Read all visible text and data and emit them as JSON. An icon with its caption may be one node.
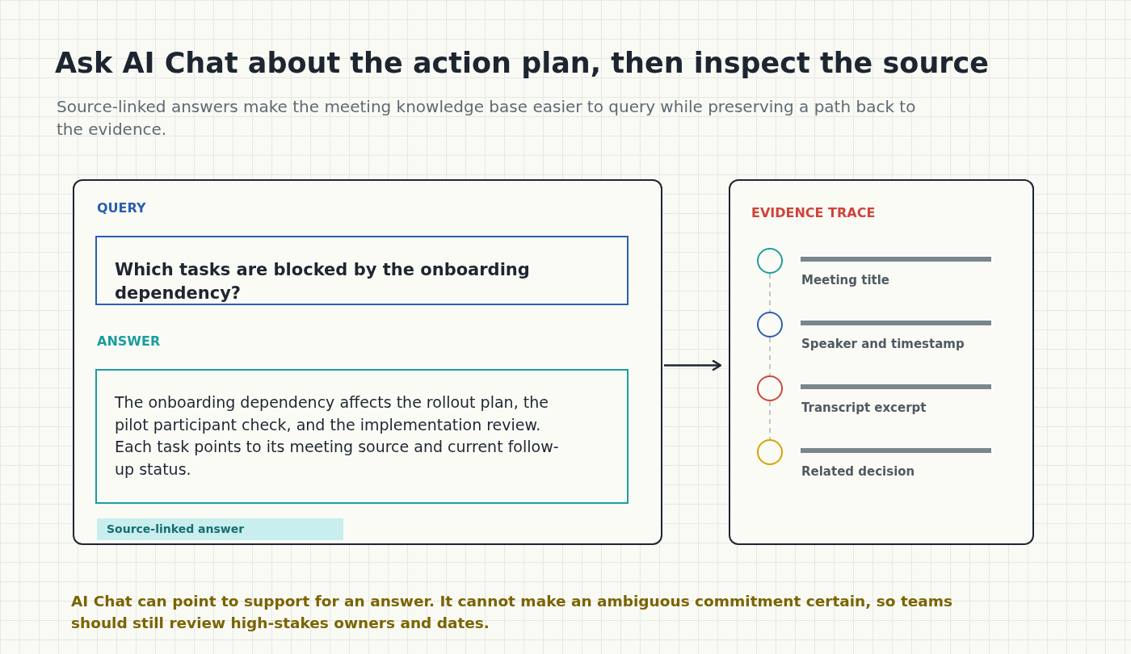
{
  "diagram": {
    "title": "Ask AI Chat about the action plan, then inspect the source",
    "caption": "AI Chat can point to support for an answer. It cannot make an ambiguous commitment certain, so teams should still review high-stakes owners and dates.",
    "labels": [
      "Source-linked answers make the meeting knowledge base easier to query while preserving a path back to the evidence."
    ],
    "nodes": [
      {
        "text": [],
        "shape": "box"
      },
      {
        "text": [
          "QUERY",
          "Which tasks are blocked by the onboarding dependency?"
        ],
        "in": 0
      },
      {
        "text": [
          "ANSWER",
          "The onboarding dependency affects the rollout plan, the pilot participant check, and the implementation review. Each task points to its meeting source and current follow-up status."
        ],
        "in": 0
      },
      {
        "text": [
          "Source-linked answer"
        ],
        "in": 0
      },
      {
        "text": [
          "EVIDENCE TRACE"
        ]
      },
      {
        "text": [],
        "shape": "circle",
        "in": 4,
        "beside": [
          "Meeting title"
        ]
      },
      {
        "text": [],
        "shape": "circle",
        "in": 4,
        "beside": [
          "Speaker and timestamp"
        ]
      },
      {
        "text": [],
        "shape": "circle",
        "in": 4,
        "beside": [
          "Transcript excerpt"
        ]
      },
      {
        "text": [],
        "shape": "circle",
        "in": 4,
        "beside": [
          "Related decision"
        ]
      }
    ],
    "edges": [
      {
        "from": 0,
        "to": 4,
        "arrow": "to",
        "color": "#1d2630"
      },
      {
        "from": 5,
        "to": 6,
        "arrow": "none",
        "style": "dashed",
        "color": "#b5b9bc"
      },
      {
        "from": 6,
        "to": 7,
        "arrow": "none",
        "style": "dashed",
        "color": "#b5b9bc"
      },
      {
        "from": 7,
        "to": 8,
        "arrow": "none",
        "style": "dashed",
        "color": "#b5b9bc"
      }
    ]
  }
}
